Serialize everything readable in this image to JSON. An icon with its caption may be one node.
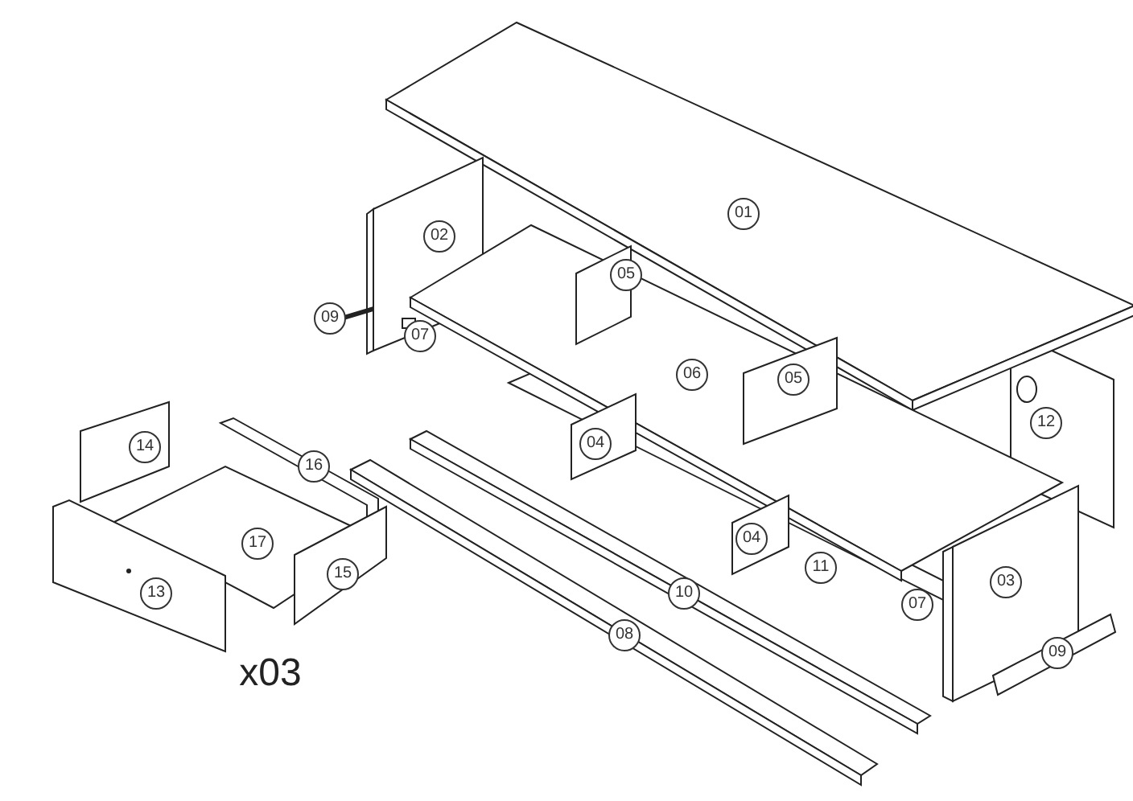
{
  "diagram": {
    "labels": [
      "01",
      "02",
      "05",
      "09",
      "07",
      "06",
      "05",
      "12",
      "14",
      "16",
      "04",
      "17",
      "04",
      "11",
      "15",
      "13",
      "10",
      "07",
      "03",
      "08",
      "09",
      "x03"
    ]
  }
}
